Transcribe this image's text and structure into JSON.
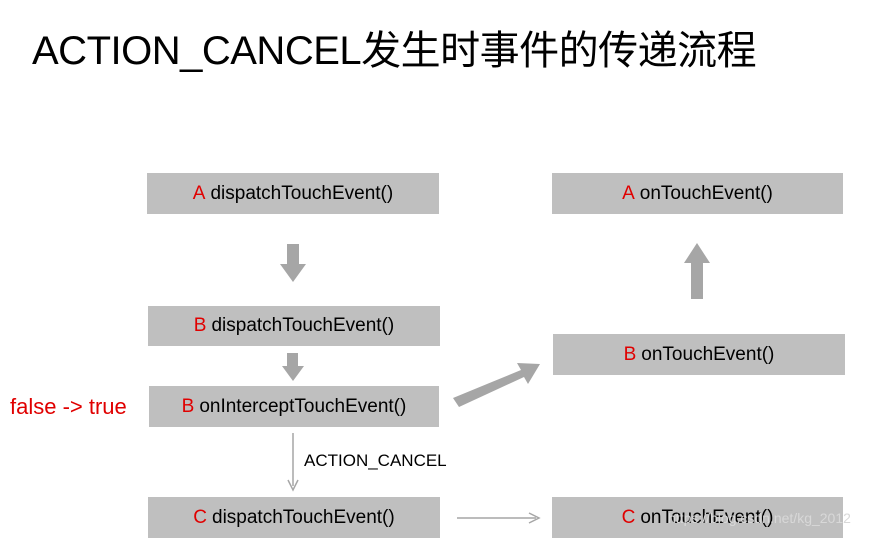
{
  "title": "ACTION_CANCEL发生时事件的传递流程",
  "boxes": {
    "a_dispatch": {
      "tag": "A",
      "method": "dispatchTouchEvent()"
    },
    "b_dispatch": {
      "tag": "B",
      "method": "dispatchTouchEvent()"
    },
    "b_intercept": {
      "tag": "B",
      "method": "onInterceptTouchEvent()"
    },
    "c_dispatch": {
      "tag": "C",
      "method": "dispatchTouchEvent()"
    },
    "a_ontouch": {
      "tag": "A",
      "method": "onTouchEvent()"
    },
    "b_ontouch": {
      "tag": "B",
      "method": "onTouchEvent()"
    },
    "c_ontouch": {
      "tag": "C",
      "method": "onTouchEvent()"
    }
  },
  "side_label": "false -> true",
  "cancel_label": "ACTION_CANCEL",
  "watermark": "https://blog.csdn.net/kg_2012",
  "colors": {
    "box_fill": "#bfbfbf",
    "tag": "#e00000",
    "arrow": "#a6a6a6"
  }
}
